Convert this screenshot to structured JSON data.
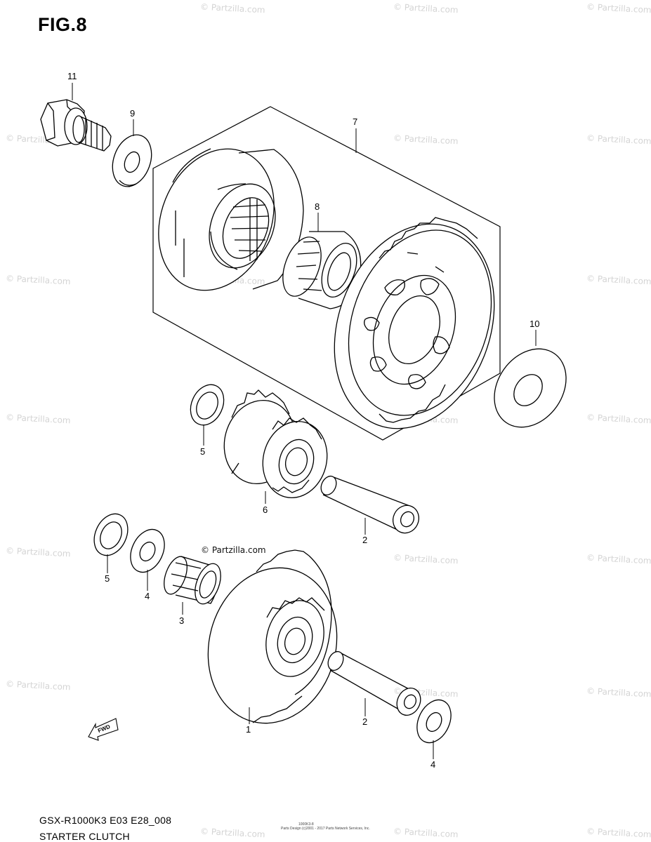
{
  "figure": {
    "title": "FIG.8",
    "model_code": "GSX-R1000K3 E03 E28_008",
    "section_title": "STARTER CLUTCH",
    "fwd_label": "FWD",
    "legal_tiny_1": "1000K3-8",
    "legal_tiny_2": "Parts Design (c)2001 - 2017 Parts Network Services, Inc."
  },
  "watermark": {
    "text": "© Partzilla.com",
    "main_text": "© Partzilla.com"
  },
  "callouts": [
    {
      "id": "callout-11",
      "label": "11"
    },
    {
      "id": "callout-9",
      "label": "9"
    },
    {
      "id": "callout-7",
      "label": "7"
    },
    {
      "id": "callout-8",
      "label": "8"
    },
    {
      "id": "callout-10",
      "label": "10"
    },
    {
      "id": "callout-5a",
      "label": "5"
    },
    {
      "id": "callout-6",
      "label": "6"
    },
    {
      "id": "callout-2a",
      "label": "2"
    },
    {
      "id": "callout-5b",
      "label": "5"
    },
    {
      "id": "callout-4a",
      "label": "4"
    },
    {
      "id": "callout-3",
      "label": "3"
    },
    {
      "id": "callout-1",
      "label": "1"
    },
    {
      "id": "callout-2b",
      "label": "2"
    },
    {
      "id": "callout-4b",
      "label": "4"
    }
  ]
}
